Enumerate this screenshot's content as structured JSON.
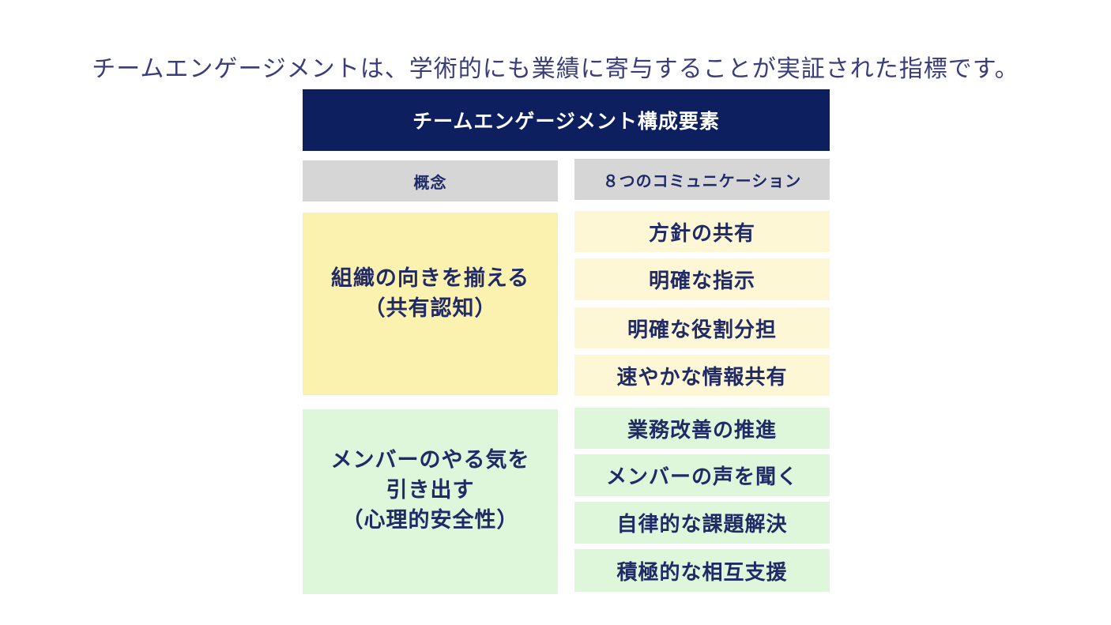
{
  "title": "チームエンゲージメントは、学術的にも業績に寄与することが実証された指標です。",
  "table": {
    "header": "チームエンゲージメント構成要素",
    "column_headers": [
      "概念",
      "８つのコミュニケーション"
    ],
    "groups": [
      {
        "concept_line1": "組織の向きを揃える",
        "concept_line2": "（共有認知）",
        "color": "#fcf2b0",
        "items": [
          "方針の共有",
          "明確な指示",
          "明確な役割分担",
          "速やかな情報共有"
        ]
      },
      {
        "concept_line1": "メンバーのやる気を",
        "concept_line2": "引き出す",
        "concept_line3": "（心理的安全性）",
        "color": "#def6d9",
        "items": [
          "業務改善の推進",
          "メンバーの声を聞く",
          "自律的な課題解決",
          "積極的な相互支援"
        ]
      }
    ]
  },
  "colors": {
    "header_bg": "#0d1f5e",
    "column_header_bg": "#d6d6d6",
    "text_navy": "#1f2a66",
    "title_text": "#3a3d7a"
  }
}
